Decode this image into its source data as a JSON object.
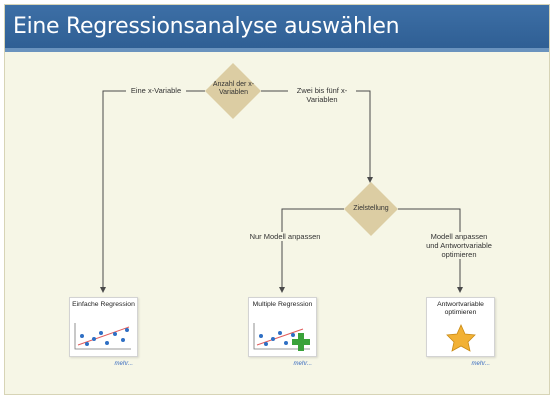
{
  "window": {
    "title": "Eine Regressionsanalyse auswählen"
  },
  "decision_1": {
    "label": "Anzahl der x-Variablen",
    "left_branch": "Eine x-Variable",
    "right_branch": "Zwei bis fünf x-Variablen"
  },
  "decision_2": {
    "label": "Zielstellung",
    "left_branch": "Nur Modell anpassen",
    "right_branch": "Modell anpassen und Antwortvariable optimieren"
  },
  "cards": [
    {
      "title": "Einfache Regression",
      "more": "mehr..."
    },
    {
      "title": "Multiple Regression",
      "more": "mehr..."
    },
    {
      "title": "Antwortvariable optimieren",
      "more": "mehr..."
    }
  ],
  "colors": {
    "title_bar": "#3d6fa6",
    "background": "#f6f6e6",
    "diamond": "#dccda3",
    "connector": "#4a4a4a",
    "link": "#3a6cc0"
  },
  "icons": {
    "card_1": "scatter-plot-icon",
    "card_2": "scatter-plot-plus-icon",
    "card_3": "star-icon"
  }
}
